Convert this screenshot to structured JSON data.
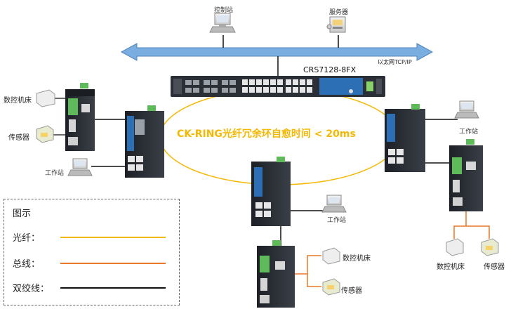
{
  "diagram": {
    "ring_title": "CK-RING光纤冗余环自愈时间 < 20ms",
    "backbone": {
      "switch_model": "CRS7128-8FX",
      "ethernet_label": "以太网TCP/IP"
    },
    "top_nodes": {
      "control_station": "控制站",
      "server": "服务器"
    },
    "left_group": {
      "cnc": "数控机床",
      "sensor": "传感器",
      "workstation": "工作站"
    },
    "right_group": {
      "workstation": "工作站",
      "cnc": "数控机床",
      "sensor": "传感器"
    },
    "bottom_group": {
      "workstation": "工作站",
      "cnc": "数控机床",
      "sensor": "传感器"
    },
    "legend": {
      "title": "图示",
      "items": [
        {
          "label": "光纤：",
          "color": "#f5b800"
        },
        {
          "label": "总线：",
          "color": "#e8782a"
        },
        {
          "label": "双绞线：",
          "color": "#111111"
        }
      ]
    },
    "colors": {
      "fiber": "#f5b800",
      "bus": "#e8782a",
      "twisted_pair": "#111111",
      "backbone_arrow": "#7aaee0",
      "device_dark": "#2b2f36",
      "port_blue": "#2d6fb5"
    }
  }
}
